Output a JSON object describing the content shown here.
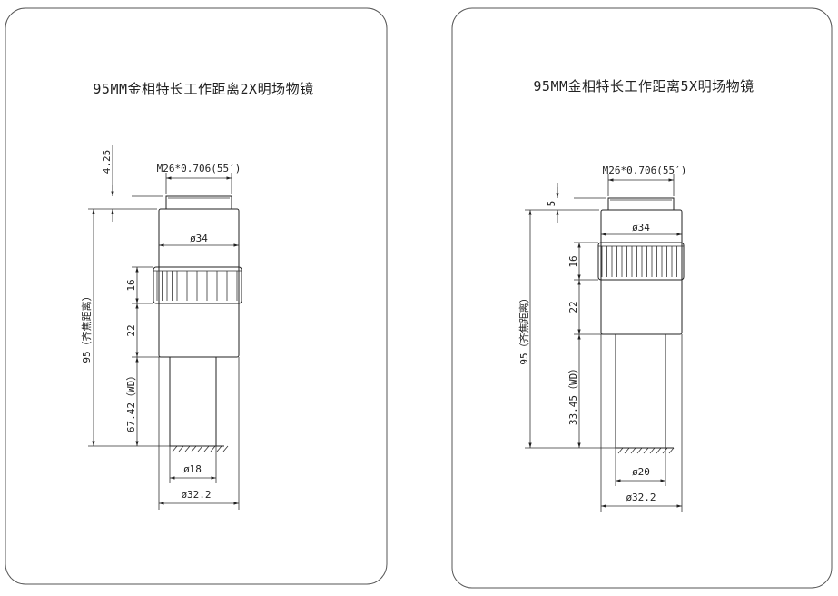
{
  "panels": [
    {
      "title": "95MM金相特长工作距离2X明场物镜",
      "thread": "M26*0.706(55′)",
      "cap_height": "4.25",
      "body_diameter": "ø34",
      "parfocal": "95（齐焦距离）",
      "knurl_height": "16",
      "lower_height": "22",
      "working_distance": "67.42（WD）",
      "tip_diameter": "ø18",
      "bottom_diameter": "ø32.2"
    },
    {
      "title": "95MM金相特长工作距离5X明场物镜",
      "thread": "M26*0.706(55′)",
      "cap_height": "5",
      "body_diameter": "ø34",
      "parfocal": "95（齐焦距离）",
      "knurl_height": "16",
      "lower_height": "22",
      "working_distance": "33.45（WD）",
      "tip_diameter": "ø20",
      "bottom_diameter": "ø32.2"
    }
  ]
}
